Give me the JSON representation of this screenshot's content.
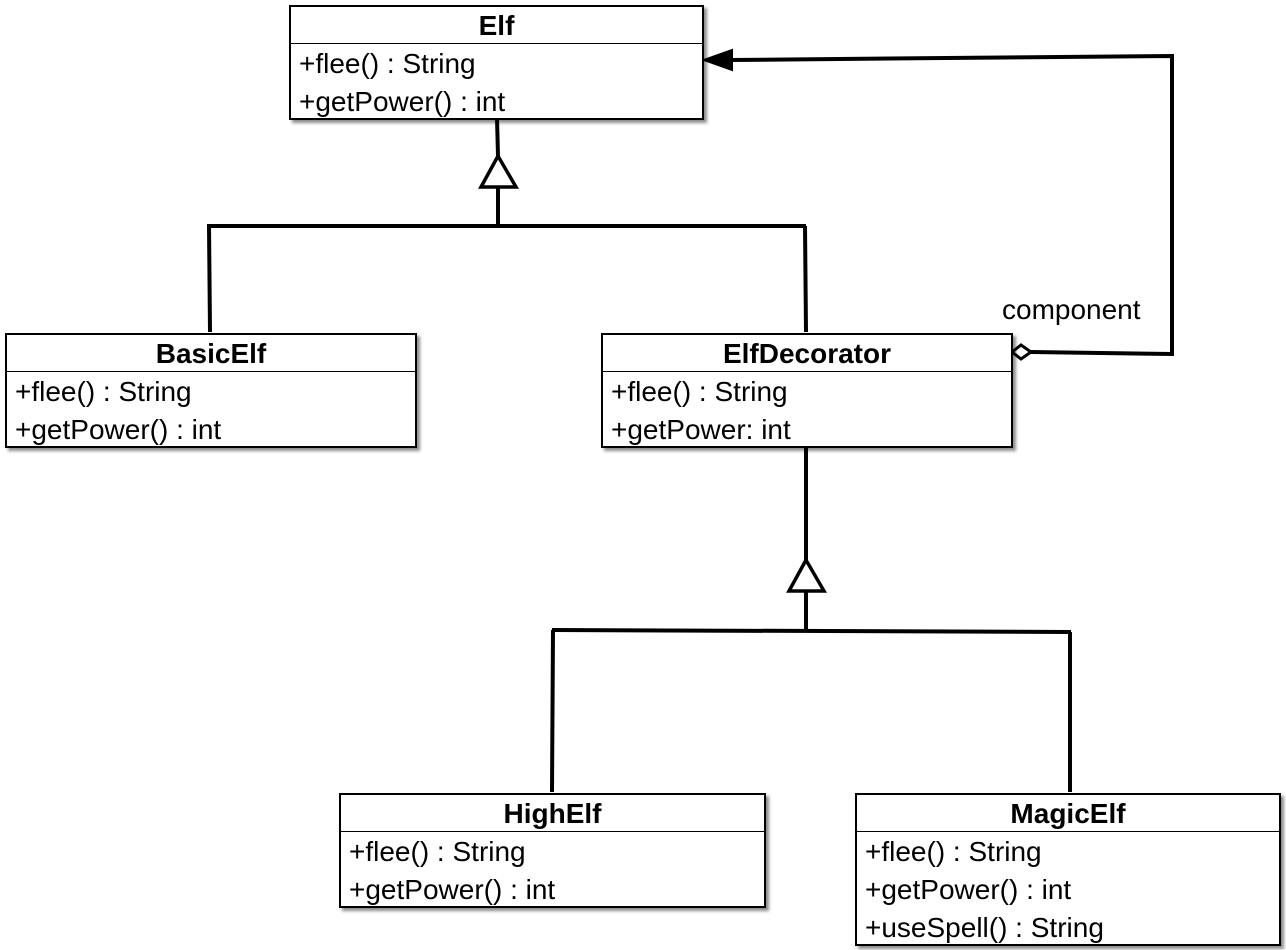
{
  "classes": {
    "elf": {
      "name": "Elf",
      "operations": [
        "+flee() : String",
        "+getPower() : int"
      ]
    },
    "basic_elf": {
      "name": "BasicElf",
      "operations": [
        "+flee() : String",
        "+getPower() : int"
      ]
    },
    "elf_decorator": {
      "name": "ElfDecorator",
      "operations": [
        "+flee() : String",
        "+getPower: int"
      ]
    },
    "high_elf": {
      "name": "HighElf",
      "operations": [
        "+flee() : String",
        "+getPower() : int"
      ]
    },
    "magic_elf": {
      "name": "MagicElf",
      "operations": [
        "+flee() : String",
        "+getPower() : int",
        "+useSpell() : String"
      ]
    }
  },
  "association": {
    "label": "component"
  }
}
